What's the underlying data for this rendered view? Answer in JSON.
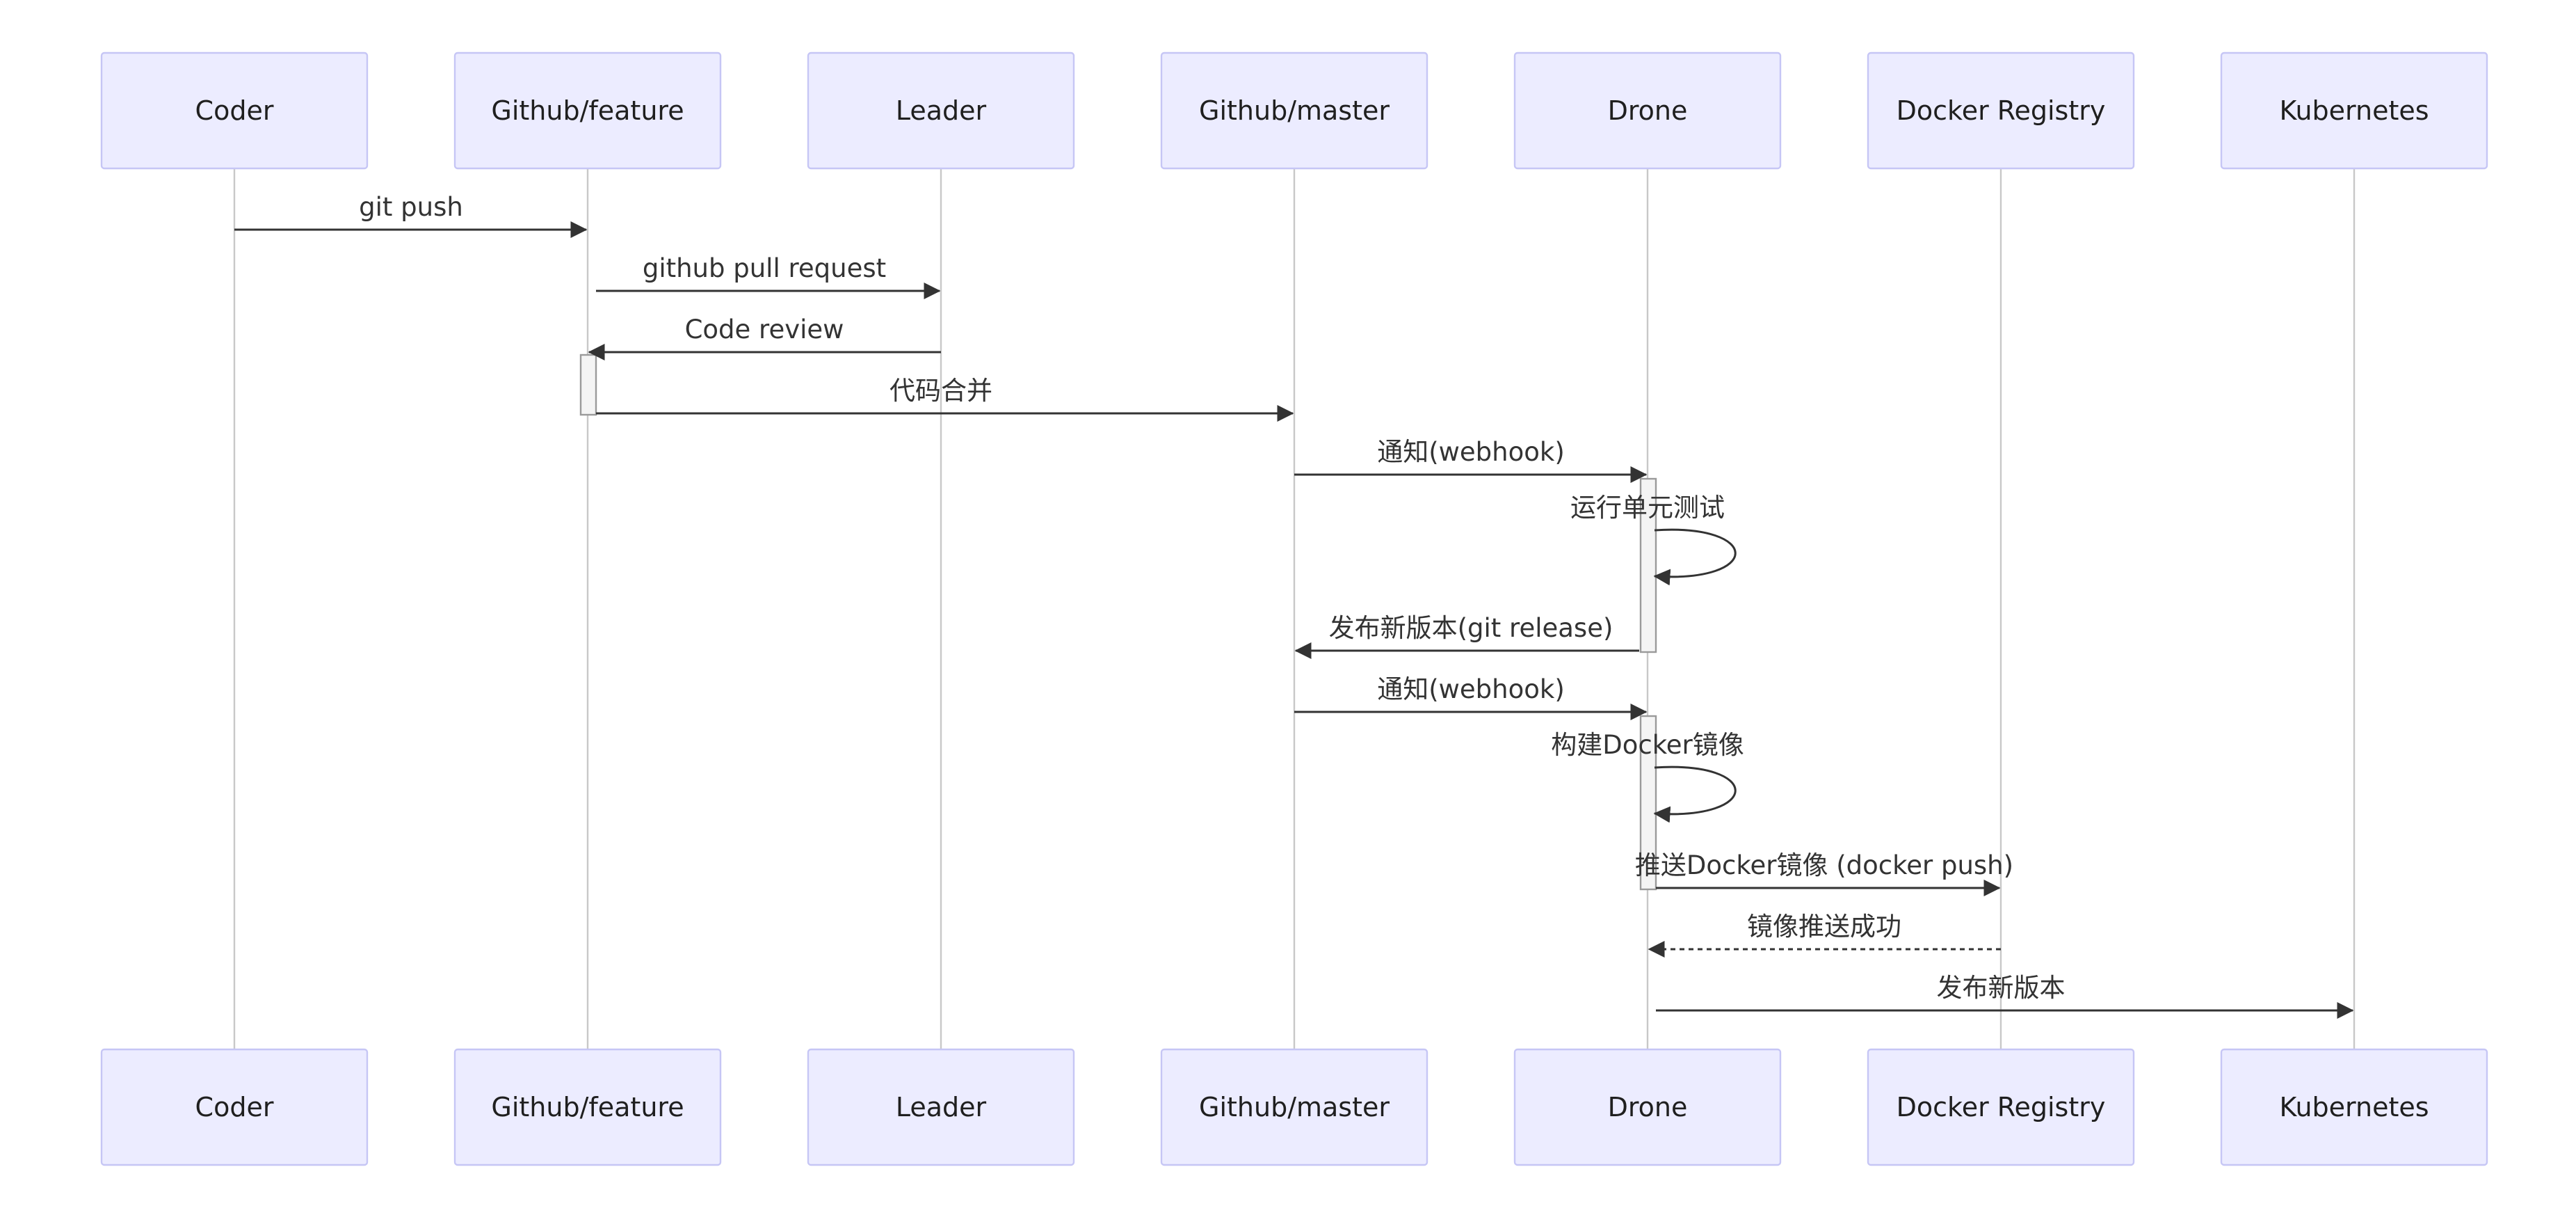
{
  "actors": [
    {
      "id": "coder",
      "label": "Coder"
    },
    {
      "id": "github-feature",
      "label": "Github/feature"
    },
    {
      "id": "leader",
      "label": "Leader"
    },
    {
      "id": "github-master",
      "label": "Github/master"
    },
    {
      "id": "drone",
      "label": "Drone"
    },
    {
      "id": "docker-registry",
      "label": "Docker Registry"
    },
    {
      "id": "kubernetes",
      "label": "Kubernetes"
    }
  ],
  "messages": [
    {
      "from": 0,
      "to": 1,
      "label": "git push",
      "style": "solid"
    },
    {
      "from": 1,
      "to": 2,
      "label": "github pull request",
      "style": "solid"
    },
    {
      "from": 2,
      "to": 1,
      "label": "Code review",
      "style": "solid"
    },
    {
      "from": 1,
      "to": 3,
      "label": "代码合并",
      "style": "solid"
    },
    {
      "from": 3,
      "to": 4,
      "label": "通知(webhook)",
      "style": "solid"
    },
    {
      "from": 4,
      "to": 4,
      "label": "运行单元测试",
      "style": "self"
    },
    {
      "from": 4,
      "to": 3,
      "label": "发布新版本(git release)",
      "style": "solid"
    },
    {
      "from": 3,
      "to": 4,
      "label": "通知(webhook)",
      "style": "solid"
    },
    {
      "from": 4,
      "to": 4,
      "label": "构建Docker镜像",
      "style": "self"
    },
    {
      "from": 4,
      "to": 5,
      "label": "推送Docker镜像 (docker push)",
      "style": "solid"
    },
    {
      "from": 5,
      "to": 4,
      "label": "镜像推送成功",
      "style": "dashed"
    },
    {
      "from": 4,
      "to": 6,
      "label": "发布新版本",
      "style": "solid"
    }
  ]
}
